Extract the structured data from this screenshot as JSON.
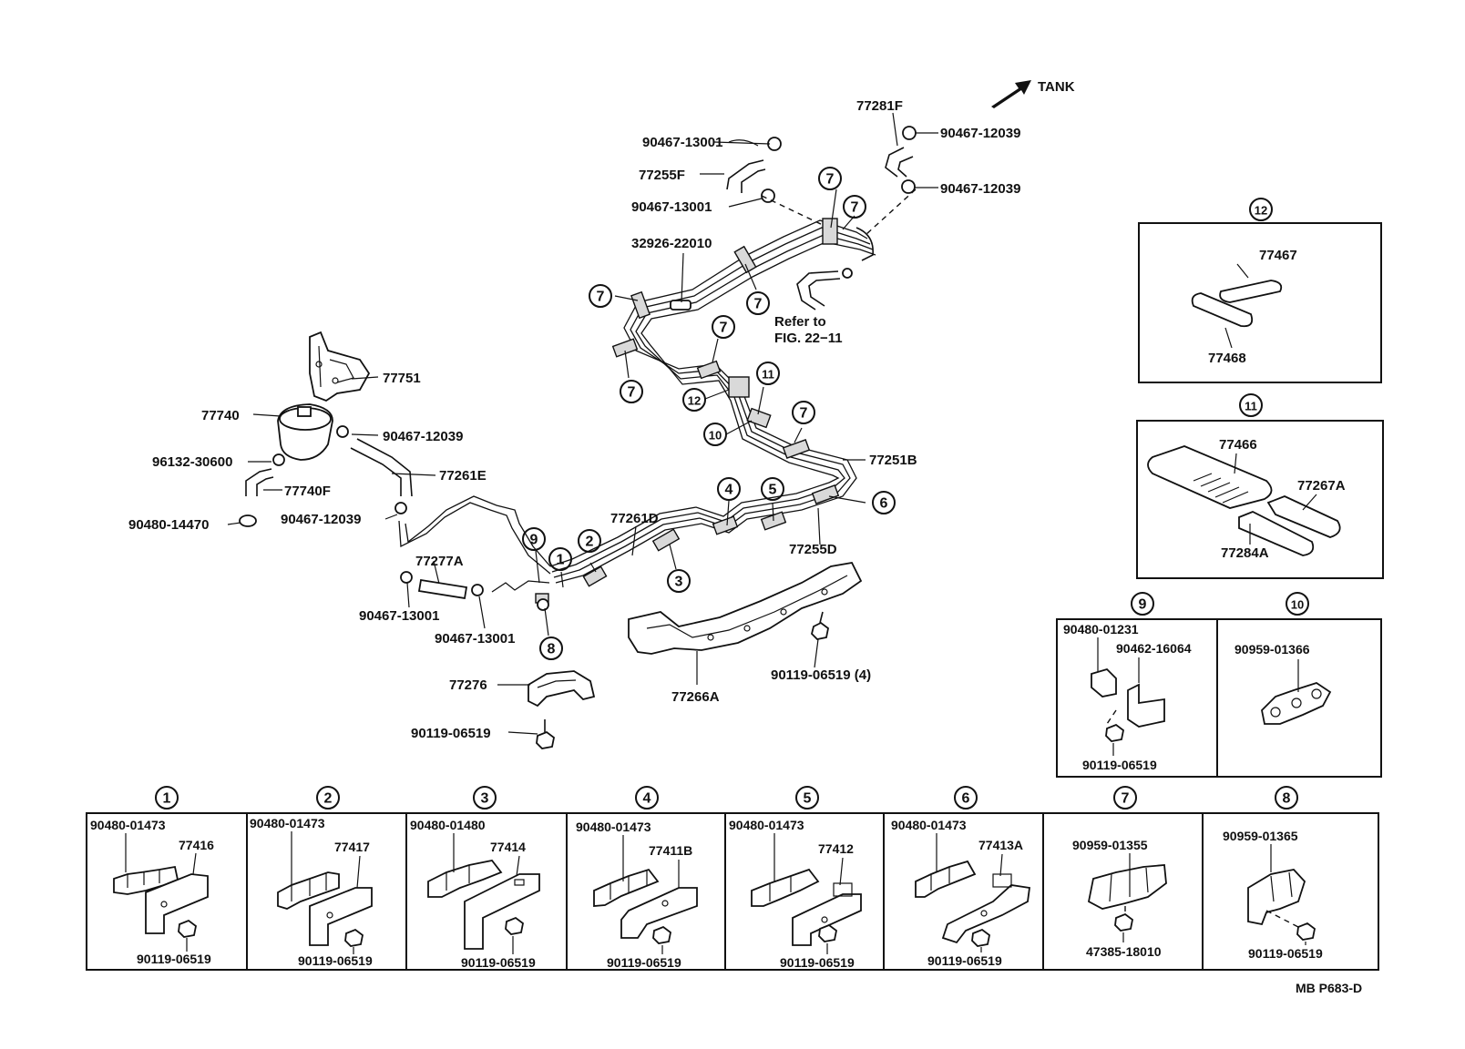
{
  "direction_label": "TANK",
  "figure_code": "MB  P683-D",
  "refer_note": {
    "line1": "Refer to",
    "line2": "FIG. 22−11"
  },
  "main_labels": {
    "p1": "90467-13001",
    "p2": "77255F",
    "p3": "90467-13001",
    "p4": "77281F",
    "p5": "90467-12039",
    "p6": "90467-12039",
    "p7": "32926-22010",
    "p8": "77751",
    "p9": "77740",
    "p10": "90467-12039",
    "p11": "96132-30600",
    "p12": "77261E",
    "p13": "77740F",
    "p14": "90467-12039",
    "p15": "90480-14470",
    "p16": "77251B",
    "p17": "77261D",
    "p18": "77277A",
    "p19": "77255D",
    "p20": "90467-13001",
    "p21": "90467-13001",
    "p22": "77276",
    "p23": "77266A",
    "p24": "90119-06519 (4)",
    "p25": "90119-06519"
  },
  "callouts": {
    "c1": "1",
    "c2": "2",
    "c3": "3",
    "c4": "4",
    "c5": "5",
    "c6": "6",
    "c7": "7",
    "c8": "8",
    "c9": "9",
    "c10": "10",
    "c11": "11",
    "c12": "12"
  },
  "panel12": {
    "num": "12",
    "a": "77467",
    "b": "77468"
  },
  "panel11": {
    "num": "11",
    "a": "77466",
    "b": "77267A",
    "c": "77284A"
  },
  "panel9": {
    "num": "9",
    "a": "90480-01231",
    "b": "90462-16064",
    "c": "90119-06519"
  },
  "panel10": {
    "num": "10",
    "a": "90959-01366"
  },
  "bottom_panels": [
    {
      "num": "1",
      "clip": "90480-01473",
      "bracket": "77416",
      "bolt": "90119-06519"
    },
    {
      "num": "2",
      "clip": "90480-01473",
      "bracket": "77417",
      "bolt": "90119-06519"
    },
    {
      "num": "3",
      "clip": "90480-01480",
      "bracket": "77414",
      "bolt": "90119-06519"
    },
    {
      "num": "4",
      "clip": "90480-01473",
      "bracket": "77411B",
      "bolt": "90119-06519"
    },
    {
      "num": "5",
      "clip": "90480-01473",
      "bracket": "77412",
      "bolt": "90119-06519"
    },
    {
      "num": "6",
      "clip": "90480-01473",
      "bracket": "77413A",
      "bolt": "90119-06519"
    },
    {
      "num": "7",
      "clip": "90959-01355",
      "bolt": "47385-18010"
    },
    {
      "num": "8",
      "clip": "90959-01365",
      "bolt": "90119-06519"
    }
  ]
}
